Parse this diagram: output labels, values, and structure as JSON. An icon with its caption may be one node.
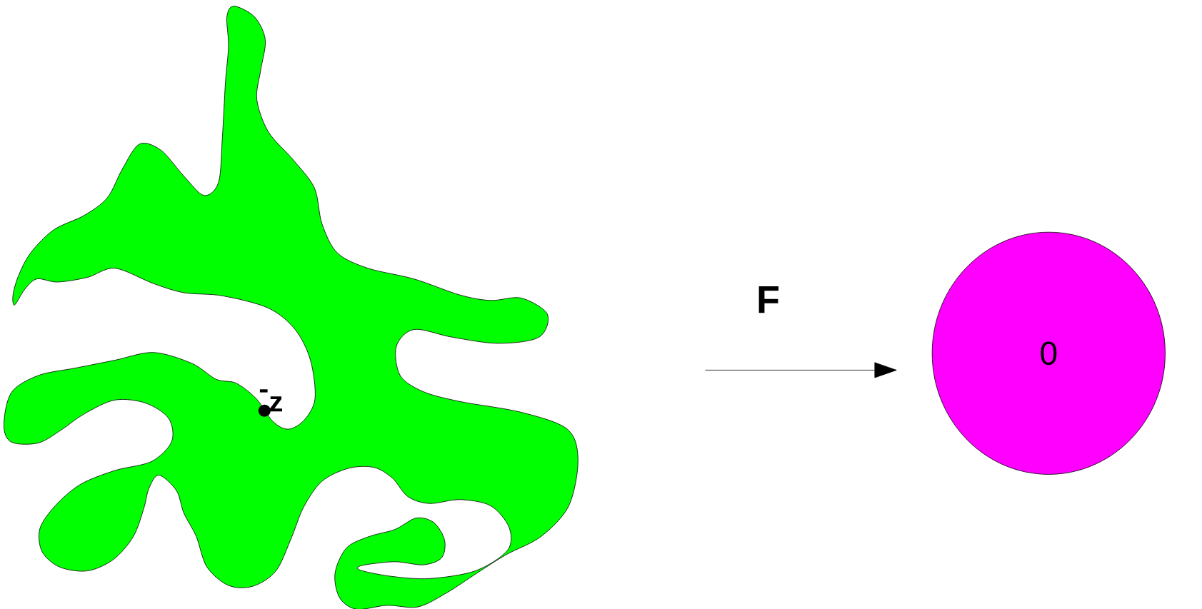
{
  "diagram": {
    "nodes": [
      {
        "text": [],
        "shape": "cloud"
      },
      {
        "text": [
          "0"
        ]
      }
    ],
    "edges": [
      {
        "from": null,
        "to": 1,
        "arrow": "to",
        "label": "F"
      }
    ],
    "labels": [
      "z"
    ]
  }
}
